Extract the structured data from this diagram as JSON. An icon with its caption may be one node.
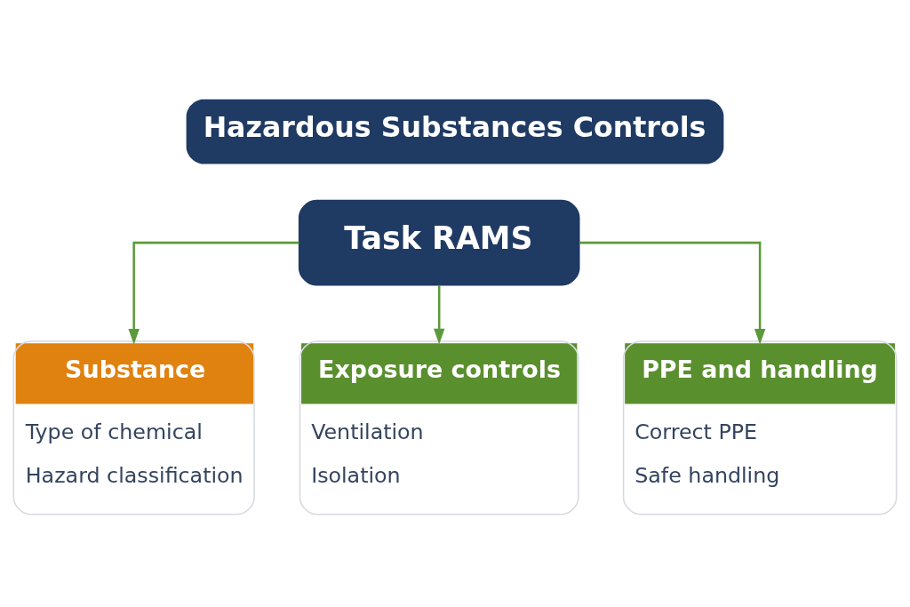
{
  "diagram": {
    "title": "Hazardous Substances Controls",
    "nodes": [
      {
        "text": [
          "Task RAMS"
        ]
      },
      {
        "text": [
          "Substance",
          "Type of chemical",
          "Hazard classification"
        ]
      },
      {
        "text": [
          "Exposure controls",
          "Ventilation",
          "Isolation"
        ]
      },
      {
        "text": [
          "PPE and handling",
          "Correct PPE",
          "Safe handling"
        ]
      }
    ],
    "edges": [
      {
        "from": 0,
        "to": 1,
        "arrow": "to"
      },
      {
        "from": 0,
        "to": 2,
        "arrow": "to"
      },
      {
        "from": 0,
        "to": 3,
        "arrow": "to"
      }
    ]
  }
}
